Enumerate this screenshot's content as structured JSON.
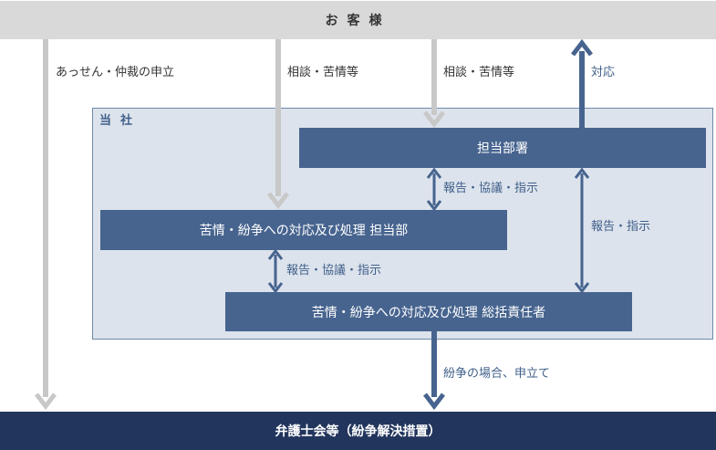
{
  "customer": "お客様",
  "company": "当社",
  "nodes": {
    "dept": "担当部署",
    "complaint_dept": "苦情・紛争への対応及び処理 担当部",
    "complaint_chief": "苦情・紛争への対応及び処理 総括責任者"
  },
  "lawyer": "弁護士会等（紛争解決措置）",
  "labels": {
    "mediation": "あっせん・仲裁の申立",
    "consult1": "相談・苦情等",
    "consult2": "相談・苦情等",
    "response": "対応",
    "report_consult1": "報告・協議・指示",
    "report_instruct": "報告・指示",
    "report_consult2": "報告・協議・指示",
    "dispute": "紛争の場合、申立て"
  },
  "colors": {
    "gray_arrow": "#c8c8c8",
    "blue_arrow": "#47648f",
    "node": "#47648f",
    "company_bg": "#dde3ec",
    "lawyer_bg": "#22355d"
  }
}
